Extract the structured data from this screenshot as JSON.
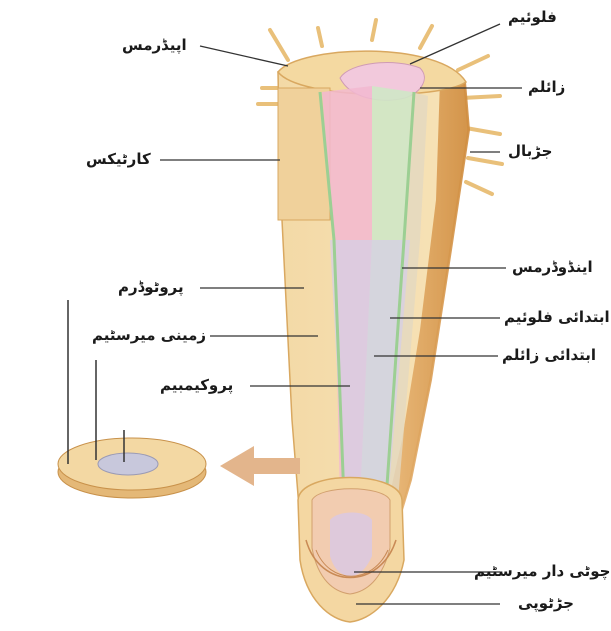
{
  "labels": {
    "phloem": "فلوئیم",
    "epidermis": "اپیڈرمس",
    "xylem": "زائلم",
    "root_hair": "جڑبال",
    "cortex": "کارٹیکس",
    "endodermis": "اینڈوڈرمس",
    "protoderm": "پروٹوڈرم",
    "primary_phloem": "ابتدائی فلوئیم",
    "ground_meristem": "زمینی میرسٹیم",
    "primary_xylem": "ابتدائی زائلم",
    "procambium": "پروکیمبیم",
    "apical_meristem": "چوٹی دار میرسٹیم",
    "root_cap": "جڑٹوپی"
  },
  "colors": {
    "cortex_tan": "#f5dca8",
    "outer_orange": "#e0a35a",
    "xylem_pink": "#f2b8d0",
    "phloem_green": "#c9e6c4",
    "procambium_lavender": "#d6cfe6",
    "leader_line": "#333333"
  }
}
